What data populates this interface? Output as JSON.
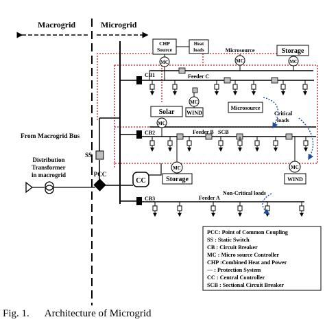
{
  "header": {
    "left": "Macrogrid",
    "right": "Microgrid"
  },
  "left": {
    "bus": "From Macrogrid Bus",
    "transformer": [
      "Distribution",
      "Transformer",
      "in macrogrid"
    ]
  },
  "pcc": "PCC",
  "ss": "SS",
  "cc": "CC",
  "breakers": {
    "cb1": "CB1",
    "cb2": "CB2",
    "cb3": "CB3",
    "scb": "SCB"
  },
  "feeders": {
    "c": "Feeder C",
    "b": "Feeder B",
    "a": "Feeder A"
  },
  "sources": {
    "chp": [
      "CHP",
      "Source"
    ],
    "heat": [
      "Heat",
      "loads"
    ],
    "micro_top": "Microsource",
    "storage_top": "Storage",
    "solar": "Solar",
    "wind_mid": "WIND",
    "micro_mid": "Microsource",
    "storage_bottom": "Storage",
    "wind_bottom": "WIND"
  },
  "mc": "MC",
  "loads": {
    "critical": [
      "Critical",
      "loads"
    ],
    "noncritical": "Non-Critical loads"
  },
  "legend": [
    "PCC: Point of Common Coupling",
    "SS   : Static Switch",
    "CB   : Circuit Breaker",
    "MC  : Micro source Controller",
    "CHP :Combined Heat and Power",
    "—   : Protection System",
    "CC   : Central Controller",
    "SCB : Sectional Circuit Breaker"
  ],
  "caption": {
    "fig": "Fig. 1.",
    "text": "Architecture of Microgrid"
  },
  "colors": {
    "protection": "#c8141e",
    "signal": "#1e4aa0",
    "line": "#000000",
    "gray": "#bdbdbd"
  }
}
